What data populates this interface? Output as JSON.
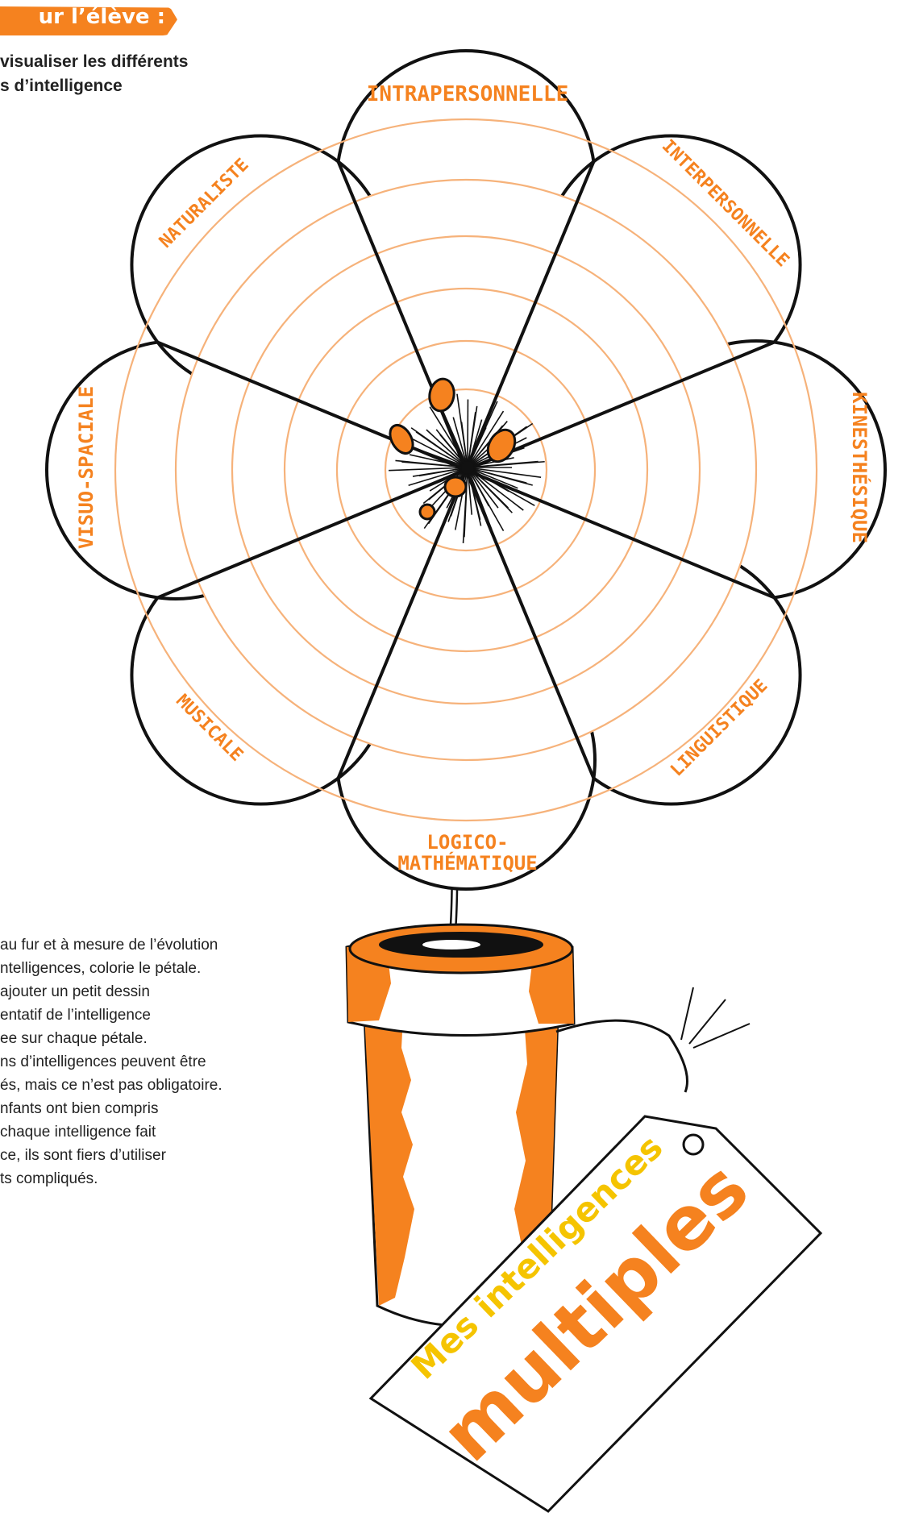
{
  "header": {
    "banner": "ur l’élève :",
    "subtitle_lines": [
      "visualiser les différents",
      "s d’intelligence"
    ]
  },
  "petals": [
    {
      "id": "intrapersonnelle",
      "lines": [
        "INTRAPERSONNELLE"
      ]
    },
    {
      "id": "interpersonnelle",
      "lines": [
        "INTERPERSONNELLE"
      ]
    },
    {
      "id": "kinesthesique",
      "lines": [
        "KINESTHÉSIQUE"
      ]
    },
    {
      "id": "linguistique",
      "lines": [
        "LINGUISTIQUE"
      ]
    },
    {
      "id": "logico-mathematique",
      "lines": [
        "LOGICO-",
        "MATHÉMATIQUE"
      ]
    },
    {
      "id": "musicale",
      "lines": [
        "MUSICALE"
      ]
    },
    {
      "id": "visuo-spaciale",
      "lines": [
        "VISUO-SPACIALE"
      ]
    },
    {
      "id": "naturaliste",
      "lines": [
        "NATURALISTE"
      ]
    }
  ],
  "instructions": [
    "au fur et à mesure de l’évolution",
    "ntelligences, colorie le pétale.",
    "ajouter un petit dessin",
    "entatif  de l’intelligence",
    "ee sur chaque pétale.",
    "ns d’intelligences peuvent être",
    "és, mais ce n’est pas obligatoire.",
    "nfants ont bien compris",
    "chaque intelligence fait",
    "ce, ils sont fiers d’utiliser",
    "ts compliqués."
  ],
  "tag": {
    "line1": "Mes intelligences",
    "line2": "multiples"
  },
  "colors": {
    "accent": "#f5821f",
    "ring": "#f6b27a",
    "tag_yellow": "#f5c400",
    "outline": "#111111"
  }
}
